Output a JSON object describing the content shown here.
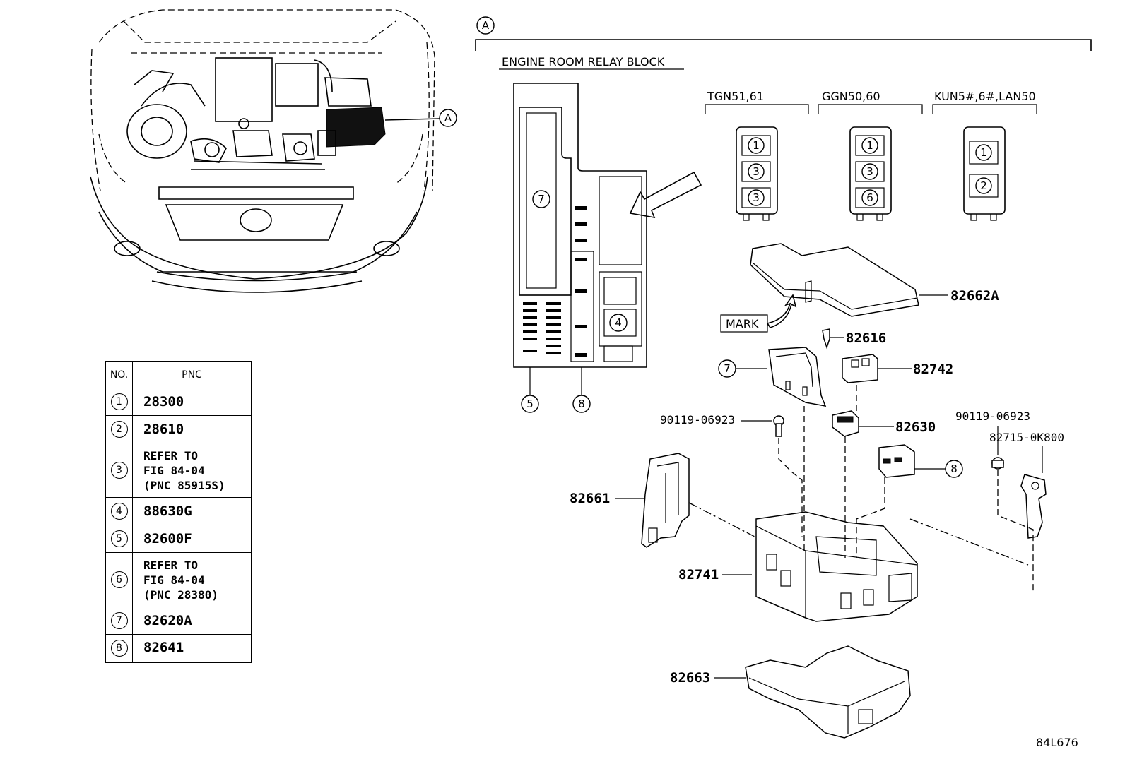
{
  "callout_a": "A",
  "section_title": "ENGINE ROOM RELAY BLOCK",
  "variants": [
    {
      "label": "TGN51,61",
      "slots": [
        "1",
        "3",
        "3"
      ]
    },
    {
      "label": "GGN50,60",
      "slots": [
        "1",
        "3",
        "6"
      ]
    },
    {
      "label": "KUN5#,6#,LAN50",
      "slots": [
        "1",
        "2"
      ]
    }
  ],
  "block_callouts": [
    "7",
    "4",
    "5",
    "8"
  ],
  "parts": {
    "cover": "82662A",
    "mark": "MARK",
    "p82616": "82616",
    "p82742": "82742",
    "bolt_left": "90119-06923",
    "p82630": "82630",
    "bolt_right": "90119-06923",
    "p82715": "82715-0K800",
    "p82661": "82661",
    "p82741": "82741",
    "p82663": "82663",
    "callout_7": "7",
    "callout_8": "8"
  },
  "table": {
    "header_no": "NO.",
    "header_pnc": "PNC",
    "rows": [
      {
        "no": "1",
        "pnc": "28300"
      },
      {
        "no": "2",
        "pnc": "28610"
      },
      {
        "no": "3",
        "pnc": "REFER TO\nFIG 84-04\n(PNC 85915S)"
      },
      {
        "no": "4",
        "pnc": "88630G"
      },
      {
        "no": "5",
        "pnc": "82600F"
      },
      {
        "no": "6",
        "pnc": "REFER TO\nFIG 84-04\n(PNC 28380)"
      },
      {
        "no": "7",
        "pnc": "82620A"
      },
      {
        "no": "8",
        "pnc": "82641"
      }
    ]
  },
  "figure_code": "84L676"
}
